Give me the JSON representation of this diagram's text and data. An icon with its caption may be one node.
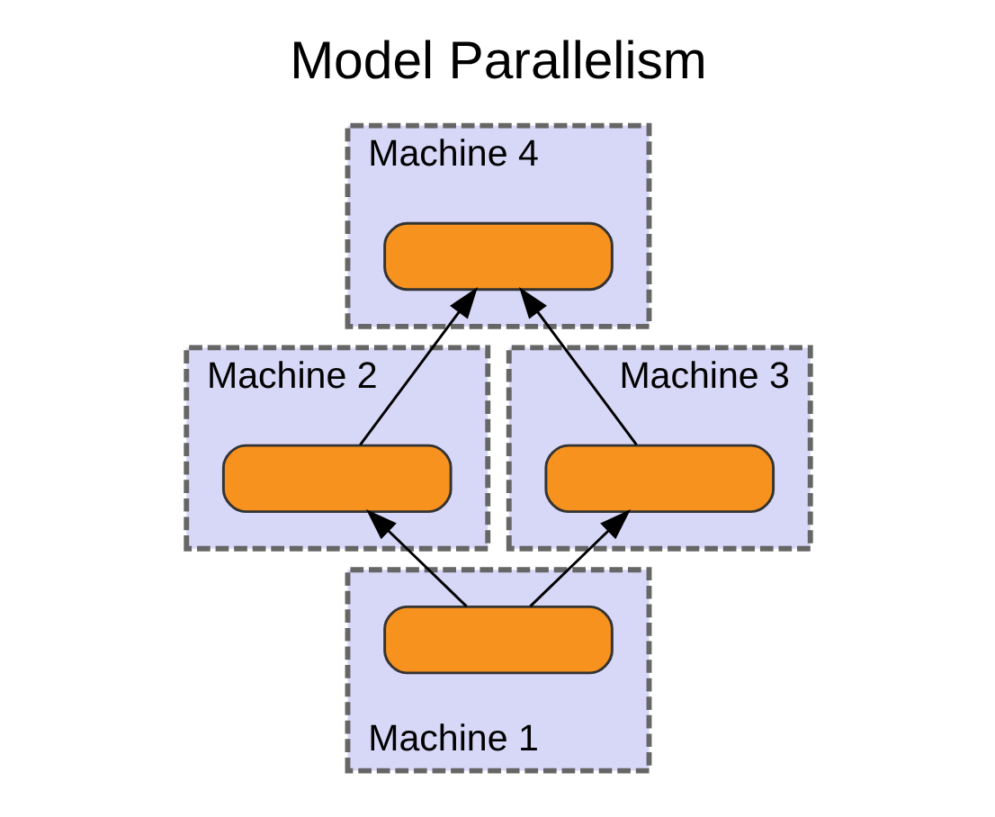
{
  "diagram": {
    "title": "Model Parallelism",
    "nodes": [
      {
        "text": [
          "Machine 4"
        ]
      },
      {
        "text": [],
        "shape": "box",
        "in": 0
      },
      {
        "text": [
          "Machine 2"
        ]
      },
      {
        "text": [],
        "shape": "box",
        "in": 2
      },
      {
        "text": [
          "Machine 3"
        ]
      },
      {
        "text": [],
        "shape": "box",
        "in": 4
      },
      {
        "text": [
          "Machine 1"
        ]
      },
      {
        "text": [],
        "shape": "box",
        "in": 6
      }
    ],
    "edges": [
      {
        "from": 7,
        "to": 3,
        "arrow": "to"
      },
      {
        "from": 7,
        "to": 5,
        "arrow": "to"
      },
      {
        "from": 3,
        "to": 1,
        "arrow": "to"
      },
      {
        "from": 5,
        "to": 1,
        "arrow": "to"
      }
    ]
  }
}
